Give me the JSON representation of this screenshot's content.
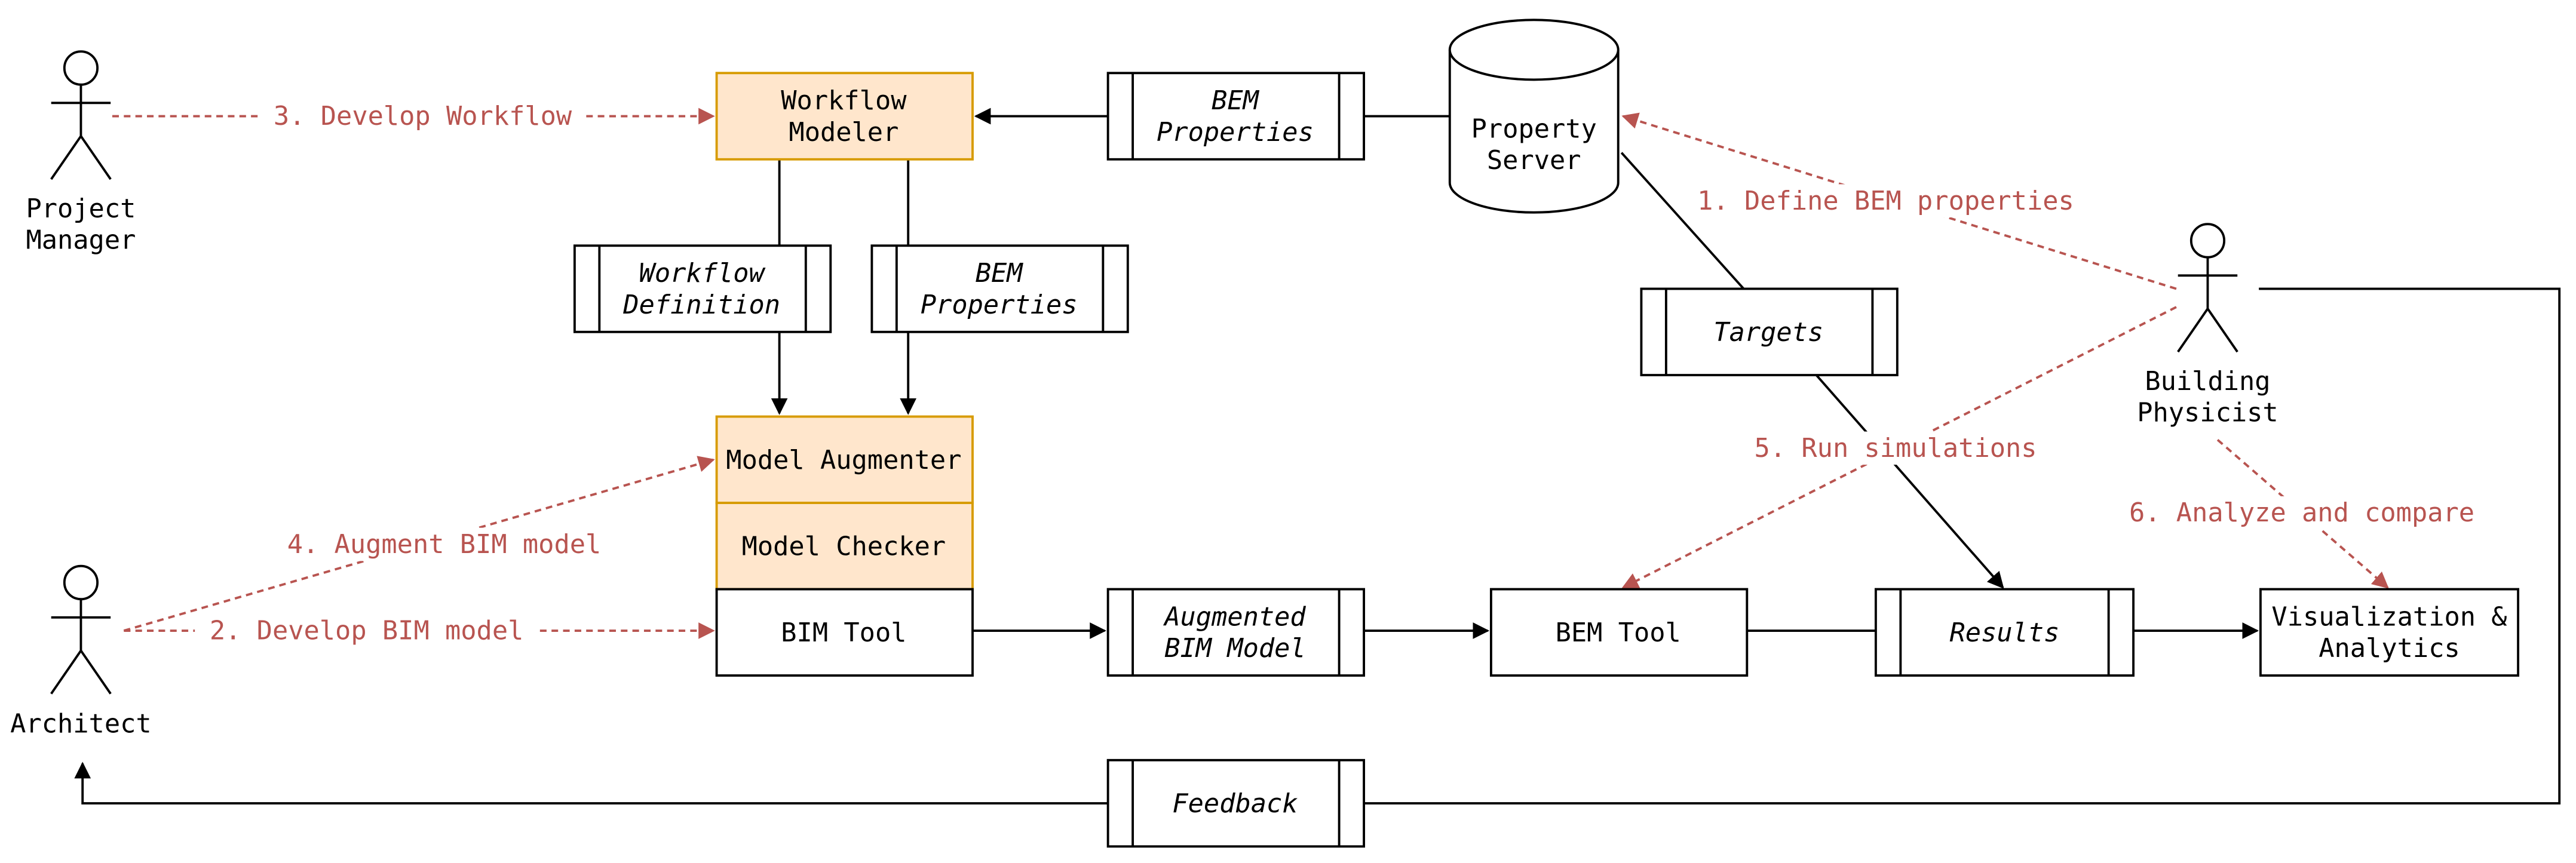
{
  "actors": {
    "project_manager": "Project\nManager",
    "building_physicist": "Building\nPhysicist",
    "architect": "Architect"
  },
  "processes": {
    "workflow_modeler": "Workflow\nModeler",
    "model_augmenter": "Model Augmenter",
    "model_checker": "Model Checker",
    "bim_tool": "BIM Tool",
    "bem_tool": "BEM Tool",
    "visualization": "Visualization &\nAnalytics"
  },
  "datastore": {
    "property_server": "Property\nServer"
  },
  "data_objects": {
    "bem_properties_top": "BEM\nProperties",
    "workflow_definition": "Workflow\nDefinition",
    "bem_properties_mid": "BEM\nProperties",
    "targets": "Targets",
    "augmented_bim_model": "Augmented\nBIM Model",
    "results": "Results",
    "feedback": "Feedback"
  },
  "steps": {
    "define_bem": "1. Define BEM properties",
    "develop_bim": "2. Develop BIM model",
    "develop_workflow": "3. Develop Workflow",
    "augment_bim": "4. Augment BIM model",
    "run_simulations": "5. Run simulations",
    "analyze": "6. Analyze and compare"
  },
  "colors": {
    "highlight_fill": "#ffe6cc",
    "highlight_stroke": "#d79b00",
    "step_color": "#b85450",
    "line": "#000000"
  }
}
